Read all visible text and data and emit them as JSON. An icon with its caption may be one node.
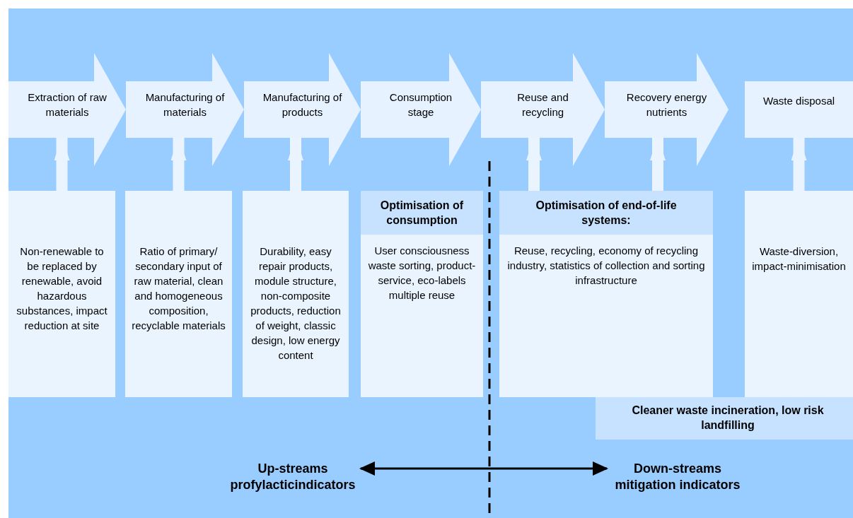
{
  "diagram": {
    "nodes": [
      {
        "text": [
          "Extraction of raw materials"
        ]
      },
      {
        "text": [
          "Manufacturing of materials"
        ]
      },
      {
        "text": [
          "Manufacturing of products"
        ]
      },
      {
        "text": [
          "Consumption stage"
        ]
      },
      {
        "text": [
          "Reuse and recycling"
        ]
      },
      {
        "text": [
          "Recovery energy nutrients"
        ]
      },
      {
        "text": [
          "Waste disposal"
        ]
      },
      {
        "text": [
          "Non-renewable to be replaced by renewable, avoid hazardous substances, impact reduction at site"
        ]
      },
      {
        "text": [
          "Ratio of primary/ secondary input of raw material, clean and homogeneous composition, recyclable materials"
        ]
      },
      {
        "text": [
          "Durability, easy repair products, module structure, non-composite products, reduction of weight, classic design, low energy content"
        ]
      },
      {
        "text": [
          "Optimisation of consumption",
          "User consciousness waste sorting, product-service, eco-labels multiple reuse"
        ]
      },
      {
        "text": [
          "Optimisation of end-of-life systems:",
          "Reuse, recycling, economy of recycling industry, statistics of collection and sorting infrastructure"
        ]
      },
      {
        "text": [
          "Waste-diversion, impact-minimisation"
        ]
      },
      {
        "text": [
          "Cleaner waste incineration, low risk landfilling"
        ]
      },
      {
        "text": [
          "Up-streams profylacticindicators"
        ]
      },
      {
        "text": [
          "Down-streams mitigation indicators"
        ]
      }
    ],
    "edges": [
      {
        "from": 7,
        "to": 0,
        "arrow": "to"
      },
      {
        "from": 8,
        "to": 1,
        "arrow": "to"
      },
      {
        "from": 9,
        "to": 2,
        "arrow": "to"
      },
      {
        "from": 11,
        "to": 4,
        "arrow": "to"
      },
      {
        "from": 11,
        "to": 5,
        "arrow": "to"
      },
      {
        "from": 12,
        "to": 6,
        "arrow": "to"
      },
      {
        "from": 14,
        "to": 15,
        "arrow": "both",
        "color": "#000000"
      }
    ]
  }
}
